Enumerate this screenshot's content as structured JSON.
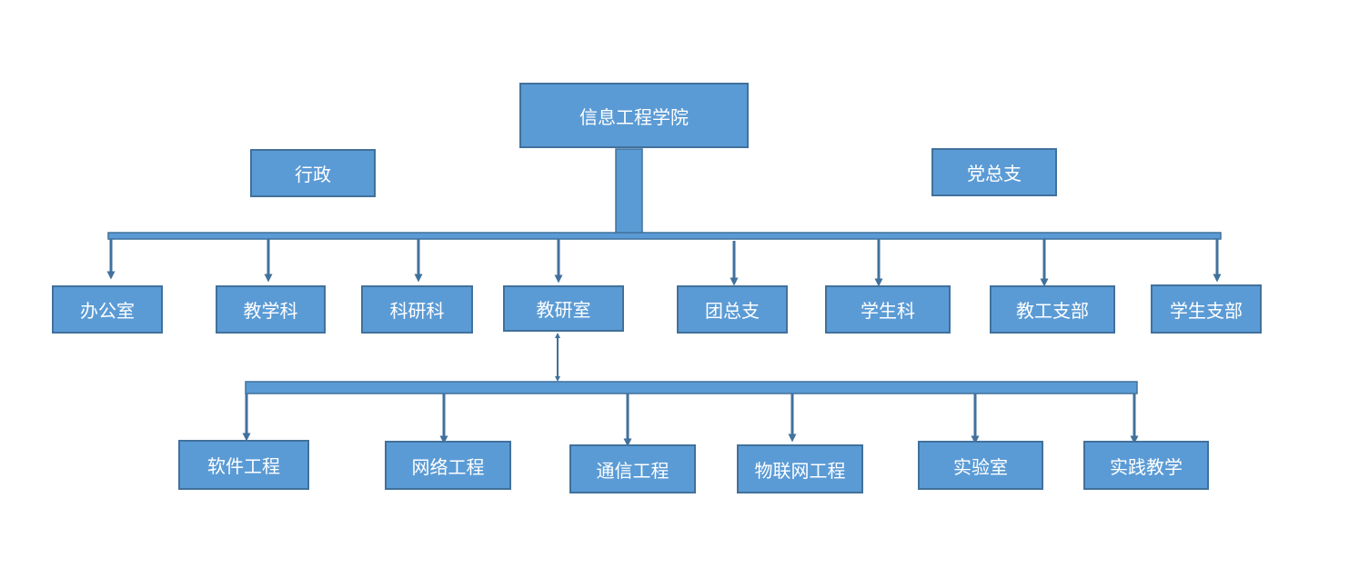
{
  "colors": {
    "box_fill": "#5b9bd5",
    "box_border": "#41719c",
    "text": "#ffffff"
  },
  "root": {
    "label": "信息工程学院"
  },
  "side_labels": {
    "left": "行政",
    "right": "党总支"
  },
  "level1": [
    "办公室",
    "教学科",
    "科研科",
    "教研室",
    "团总支",
    "学生科",
    "教工支部",
    "学生支部"
  ],
  "level2_parent": "教研室",
  "level2": [
    "软件工程",
    "网络工程",
    "通信工程",
    "物联网工程",
    "实验室",
    "实践教学"
  ]
}
